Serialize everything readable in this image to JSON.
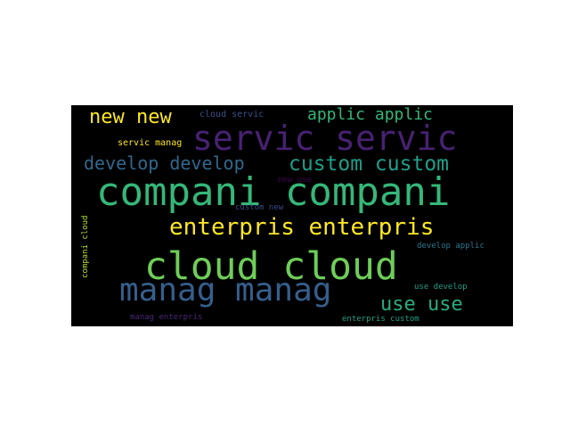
{
  "background_color": "#000000",
  "words": [
    {
      "id": "companí-companí",
      "text": "compani compani",
      "color": "#35b779"
    },
    {
      "id": "servic-servic",
      "text": "servic servic",
      "color": "#482173"
    },
    {
      "id": "cloud-cloud",
      "text": "cloud cloud",
      "color": "#6ece58"
    },
    {
      "id": "manag-manag",
      "text": "manag manag",
      "color": "#355f8d"
    },
    {
      "id": "enterpris-enterpris",
      "text": "enterpris enterpris",
      "color": "#fde725"
    },
    {
      "id": "custom-custom",
      "text": "custom custom",
      "color": "#1f9e89"
    },
    {
      "id": "develop-develop",
      "text": "develop develop",
      "color": "#31688e"
    },
    {
      "id": "new-new",
      "text": "new new",
      "color": "#fde725"
    },
    {
      "id": "applic-applic",
      "text": "applic applic",
      "color": "#35b779"
    },
    {
      "id": "use-use",
      "text": "use use",
      "color": "#26ad81"
    },
    {
      "id": "cloud-servic",
      "text": "cloud servic",
      "color": "#3b528b"
    },
    {
      "id": "servic-manag",
      "text": "servic manag",
      "color": "#fde725"
    },
    {
      "id": "new-use",
      "text": "new use",
      "color": "#440154"
    },
    {
      "id": "custom-new",
      "text": "custom new",
      "color": "#3e4989"
    },
    {
      "id": "develop-applic",
      "text": "develop applic",
      "color": "#2a788e"
    },
    {
      "id": "use-develop",
      "text": "use develop",
      "color": "#1f9e89"
    },
    {
      "id": "manag-enterpris",
      "text": "manag enterpris",
      "color": "#482878"
    },
    {
      "id": "enterpris-custom",
      "text": "enterpris custom",
      "color": "#20a386"
    },
    {
      "id": "compani-cloud",
      "text": "compani cloud",
      "color": "#b5de2b"
    }
  ]
}
